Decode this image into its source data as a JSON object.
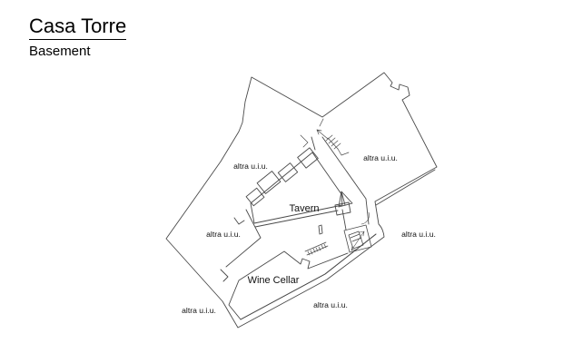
{
  "header": {
    "title": "Casa Torre",
    "subtitle": "Basement"
  },
  "plan": {
    "line_color": "#4a4a4a",
    "text_color": "#111111",
    "room_labels": [
      {
        "text": "Tavern"
      },
      {
        "text": "Wine Cellar"
      }
    ],
    "unit_labels": [
      {
        "text": "altra u.i.u."
      },
      {
        "text": "altra u.i.u."
      },
      {
        "text": "altra u.i.u."
      },
      {
        "text": "altra u.i.u."
      },
      {
        "text": "altra u.i.u."
      },
      {
        "text": "altra u.i.u."
      }
    ]
  }
}
